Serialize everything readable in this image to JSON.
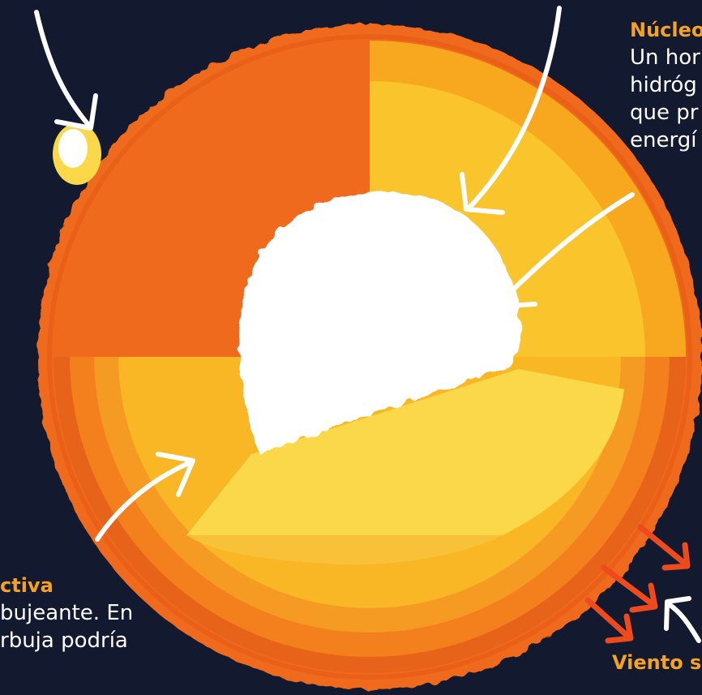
{
  "colors": {
    "background": "#13192e",
    "title": "#f5a21f",
    "text": "#ffffff",
    "outer_layer": "#ef6a1c",
    "convective_layer": "#f47f1d",
    "radiative_layer": "#f8a81f",
    "radiative_inner": "#fac52c",
    "cut_face": "#fbd84a",
    "core": "#ffffff"
  },
  "labels": {
    "core": {
      "title": "Núcleo",
      "lines": [
        "Un hor",
        "hidróg",
        "que pr",
        "energí"
      ]
    },
    "convective": {
      "title": "ctiva",
      "lines": [
        "bujeante. En",
        "rbuja podría"
      ]
    },
    "wind": {
      "title": "Viento s"
    }
  },
  "icons": {
    "arrows": "hand-drawn-arrow-icon",
    "wind_arrows": "wind-arrow-icon",
    "sunspot": "sunspot-icon"
  }
}
